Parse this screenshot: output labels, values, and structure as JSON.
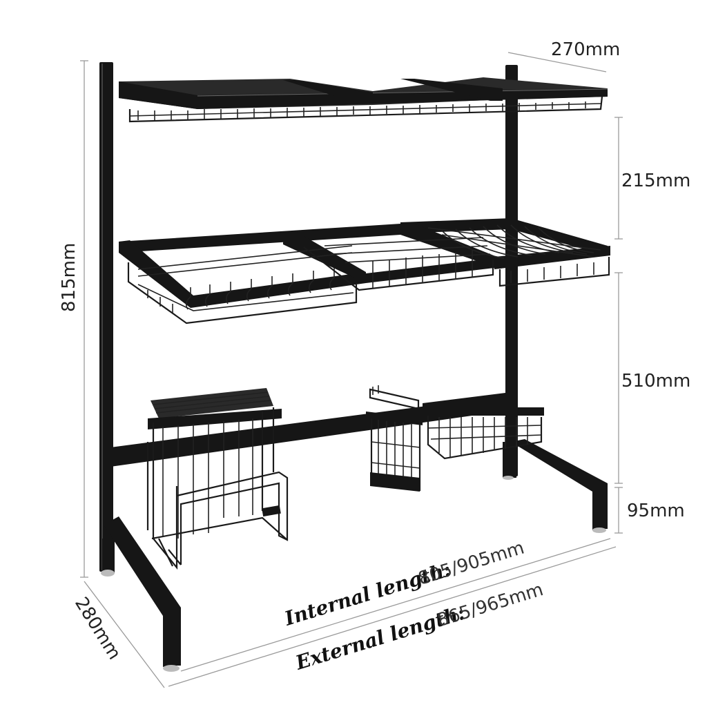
{
  "dimensions": {
    "depth_top": "270mm",
    "gap_top": "215mm",
    "gap_middle": "510mm",
    "leg_height": "95mm",
    "total_height": "815mm",
    "depth": "280mm"
  },
  "lengths": {
    "internal_label": "Internal length:",
    "internal_value": "805/905mm",
    "external_label": "External length:",
    "external_value": "865/965mm"
  },
  "colors": {
    "frame": "#161616",
    "background": "#ffffff",
    "dimension_line": "#9a9a9a"
  }
}
